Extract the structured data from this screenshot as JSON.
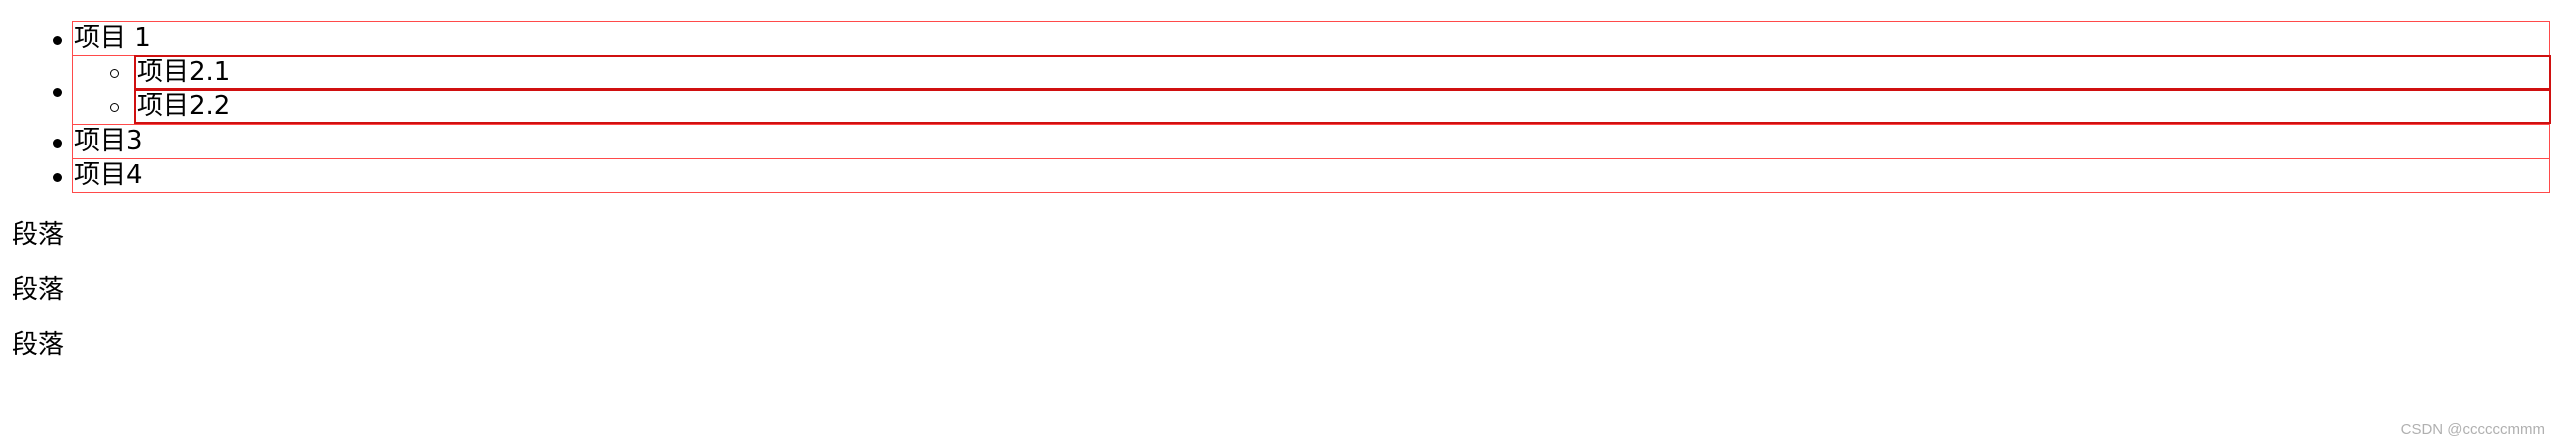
{
  "list": {
    "items": [
      {
        "label": "项目 1"
      },
      {
        "children": [
          {
            "label": "项目2.1"
          },
          {
            "label": "项目2.2"
          }
        ]
      },
      {
        "label": "项目3"
      },
      {
        "label": "项目4"
      }
    ]
  },
  "paragraphs": [
    "段落",
    "段落",
    "段落"
  ],
  "watermark": "CSDN @ccccccmmm"
}
